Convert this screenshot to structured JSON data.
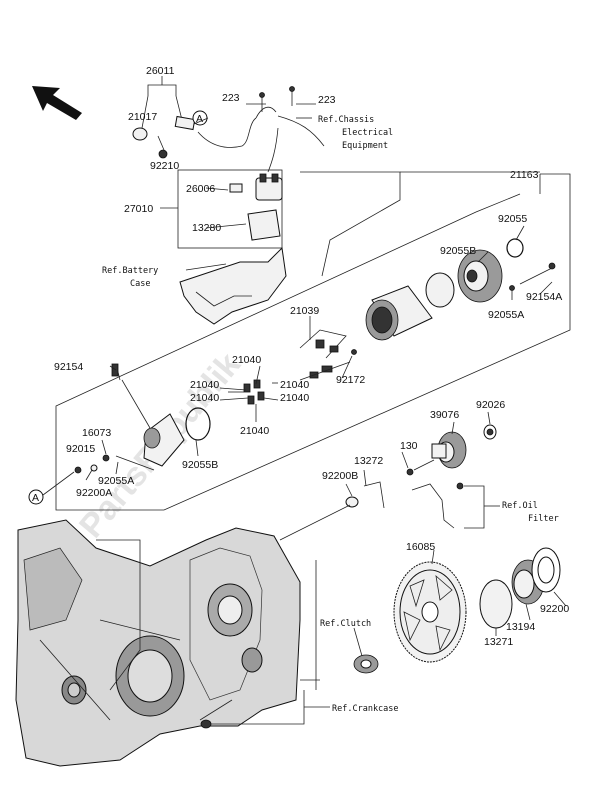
{
  "watermark": "PartsRepublik",
  "part_numbers": {
    "p26011": "26011",
    "p21017": "21017",
    "p92210": "92210",
    "p223a": "223",
    "p223b": "223",
    "p27010": "27010",
    "p26006": "26006",
    "p13280": "13280",
    "p21163": "21163",
    "p92055": "92055",
    "p92055B_top": "92055B",
    "p92154A": "92154A",
    "p92055A_right": "92055A",
    "p21039": "21039",
    "p92154": "92154",
    "p21040_a": "21040",
    "p21040_b": "21040",
    "p21040_c": "21040",
    "p21040_d": "21040",
    "p21040_e": "21040",
    "p21040_f": "21040",
    "p92172": "92172",
    "p16073": "16073",
    "p92015": "92015",
    "p92055A_left": "92055A",
    "p92200A": "92200A",
    "p92055B_bottom": "92055B",
    "p39076": "39076",
    "p92026": "92026",
    "p13272": "13272",
    "p130": "130",
    "p92200B": "92200B",
    "p16085": "16085",
    "p92200": "92200",
    "p13194": "13194",
    "p13271": "13271"
  },
  "references": {
    "chassis": [
      "Ref.Chassis",
      "Electrical",
      "Equipment"
    ],
    "battery": [
      "Ref.Battery",
      "Case"
    ],
    "oil": [
      "Ref.Oil",
      "Filter"
    ],
    "clutch": "Ref.Clutch",
    "crankcase": "Ref.Crankcase"
  },
  "markers": {
    "a_top": "A",
    "a_bottom": "A"
  },
  "icons": {
    "direction": "front-arrow-icon"
  }
}
